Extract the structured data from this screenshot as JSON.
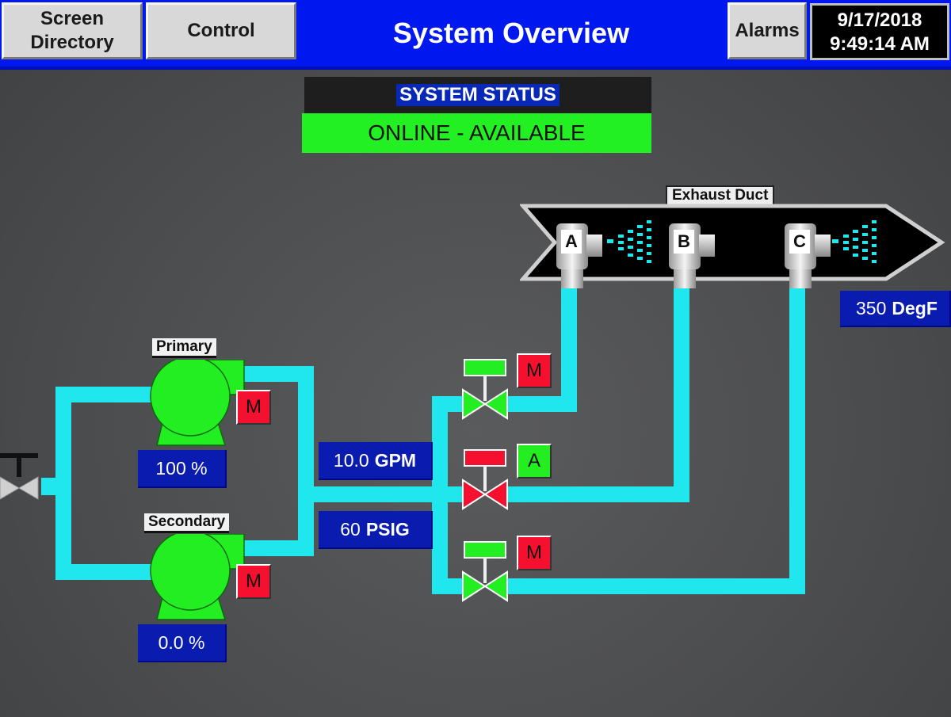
{
  "header": {
    "screen_directory_label": "Screen\nDirectory",
    "control_label": "Control",
    "title": "System Overview",
    "alarms_label": "Alarms",
    "date": "9/17/2018",
    "time": "9:49:14 AM"
  },
  "system_status": {
    "heading": "SYSTEM STATUS",
    "value": "ONLINE - AVAILABLE",
    "value_color": "#22f022"
  },
  "pumps": {
    "primary": {
      "label": "Primary",
      "speed": "100 %",
      "mode": "M",
      "running_color": "#22ee22"
    },
    "secondary": {
      "label": "Secondary",
      "speed": "0.0 %",
      "mode": "M",
      "running_color": "#22ee22"
    }
  },
  "flow": {
    "value": "10.0",
    "unit": "GPM"
  },
  "pressure": {
    "value": "60",
    "unit": "PSIG"
  },
  "valves": [
    {
      "nozzle": "A",
      "mode": "M",
      "state": "open",
      "color": "#22ee22"
    },
    {
      "nozzle": "B",
      "mode": "A",
      "state": "closed",
      "color": "#f4102e"
    },
    {
      "nozzle": "C",
      "mode": "M",
      "state": "open",
      "color": "#22ee22"
    }
  ],
  "duct": {
    "label": "Exhaust Duct",
    "temperature_value": "350",
    "temperature_unit": "DegF",
    "nozzles": [
      "A",
      "B",
      "C"
    ]
  },
  "colors": {
    "pipe": "#20e6ee",
    "header_blue": "#0018f0",
    "readout_blue": "#0a1cb0"
  }
}
